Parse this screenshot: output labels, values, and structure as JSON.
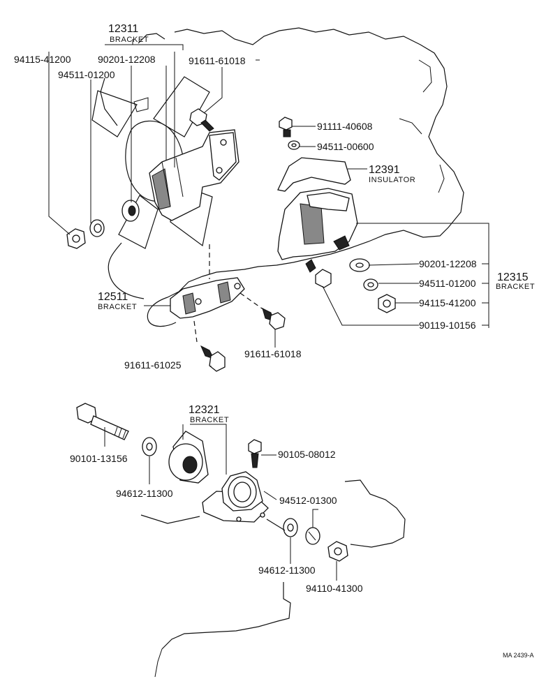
{
  "labels": {
    "bracket_12311_no": "12311",
    "bracket_12311_name": "BRACKET",
    "p_94115_41200_top": "94115-41200",
    "p_90201_12208_top": "90201-12208",
    "p_94511_01200_top": "94511-01200",
    "p_91611_61018_top": "91611-61018",
    "p_91111_40608": "91111-40608",
    "p_94511_00600": "94511-00600",
    "insulator_12391_no": "12391",
    "insulator_12391_name": "INSULATOR",
    "p_90201_12208_right": "90201-12208",
    "p_94511_01200_right": "94511-01200",
    "p_94115_41200_right": "94115-41200",
    "p_90119_10156": "90119-10156",
    "bracket_12315_no": "12315",
    "bracket_12315_name": "BRACKET",
    "bracket_12511_no": "12511",
    "bracket_12511_name": "BRACKET",
    "p_91611_61018_mid": "91611-61018",
    "p_91611_61025": "91611-61025",
    "bracket_12321_no": "12321",
    "bracket_12321_name": "BRACKET",
    "p_90101_13156": "90101-13156",
    "p_90105_08012": "90105-08012",
    "p_94612_11300_left": "94612-11300",
    "p_94512_01300": "94512-01300",
    "p_94612_11300_bottom": "94612-11300",
    "p_94110_41300": "94110-41300",
    "figure_code": "MA 2439-A"
  }
}
